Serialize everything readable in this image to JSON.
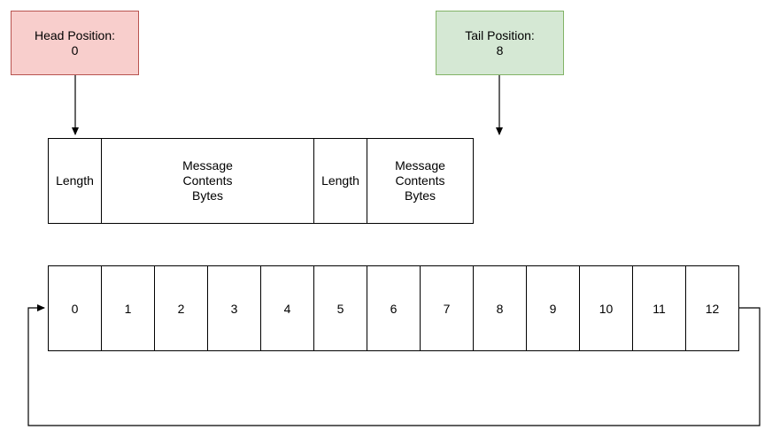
{
  "head": {
    "label": "Head Position:",
    "value": "0",
    "fill": "#f8cecc",
    "stroke": "#b85450"
  },
  "tail": {
    "label": "Tail Position:",
    "value": "8",
    "fill": "#d5e8d4",
    "stroke": "#82b366"
  },
  "message_layout": [
    {
      "lines": [
        "Length"
      ]
    },
    {
      "lines": [
        "Message",
        "Contents",
        "Bytes"
      ]
    },
    {
      "lines": [
        "Length"
      ]
    },
    {
      "lines": [
        "Message",
        "Contents",
        "Bytes"
      ]
    }
  ],
  "buffer_cells": [
    "0",
    "1",
    "2",
    "3",
    "4",
    "5",
    "6",
    "7",
    "8",
    "9",
    "10",
    "11",
    "12"
  ]
}
